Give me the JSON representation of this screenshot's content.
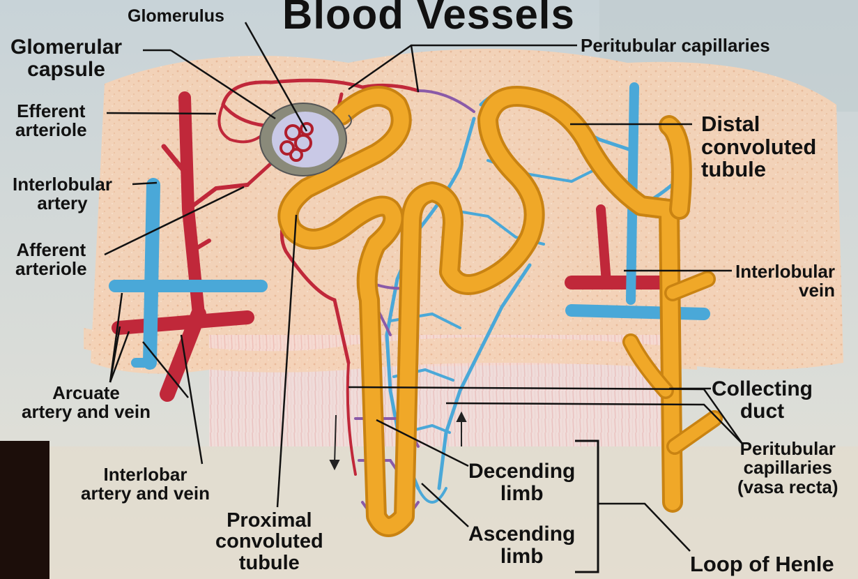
{
  "title": "Blood Vessels",
  "colors": {
    "artery": "#c0283a",
    "vein": "#4aa8d8",
    "tubule": "#f0a828",
    "capillary_mix": "#8a5aa8",
    "tissue": "#f3cfb0"
  },
  "labels": {
    "glomerulus": "Glomerulus",
    "glomerular_capsule": [
      "Glomerular",
      "capsule"
    ],
    "efferent_arteriole": [
      "Efferent",
      "arteriole"
    ],
    "interlobular_artery": [
      "Interlobular",
      "artery"
    ],
    "afferent_arteriole": [
      "Afferent",
      "arteriole"
    ],
    "arcuate": [
      "Arcuate",
      "artery and vein"
    ],
    "interlobar": [
      "Interlobar",
      "artery and vein"
    ],
    "proximal_tubule": [
      "Proximal",
      "convoluted",
      "tubule"
    ],
    "descending_limb": [
      "Decending",
      "limb"
    ],
    "ascending_limb": [
      "Ascending",
      "limb"
    ],
    "loop_of_henle": "Loop of Henle",
    "peritubular_capillaries": "Peritubular capillaries",
    "distal_tubule": [
      "Distal",
      "convoluted",
      "tubule"
    ],
    "interlobular_vein": [
      "Interlobular",
      "vein"
    ],
    "collecting_duct": [
      "Collecting",
      "duct"
    ],
    "vasa_recta": [
      "Peritubular",
      "capillaries",
      "(vasa recta)"
    ]
  }
}
